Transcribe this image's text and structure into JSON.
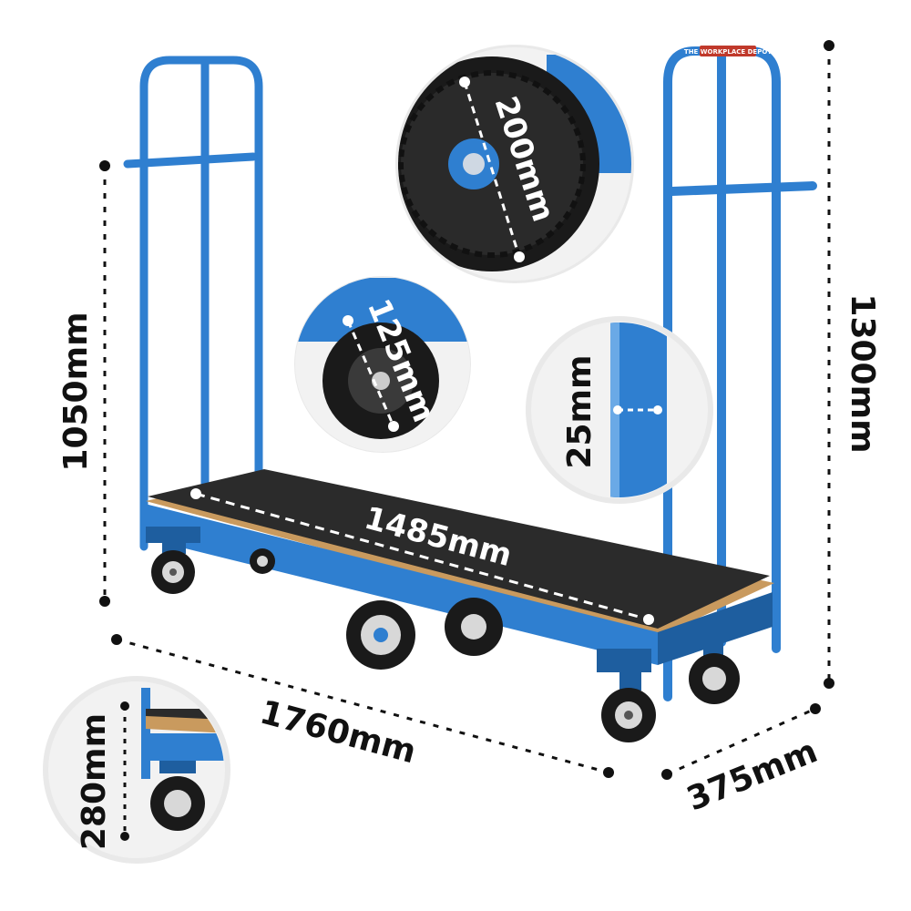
{
  "product": {
    "brand_label": "THE WORKPLACE DEPOT"
  },
  "dimensions": {
    "height_to_deck_handle": "1050mm",
    "overall_height": "1300mm",
    "overall_length": "1760mm",
    "overall_width": "375mm",
    "deck_length": "1485mm",
    "centre_wheel_diameter": "200mm",
    "castor_diameter": "125mm",
    "tube_diameter": "25mm",
    "deck_height": "280mm"
  },
  "colors": {
    "frame_blue": "#2f7fd0",
    "frame_blue_dark": "#1e5e9f",
    "deck": "#2b2b2b",
    "deck_edge": "#c99a5e",
    "tyre": "#1a1a1a",
    "hub": "#d8d8d8"
  }
}
